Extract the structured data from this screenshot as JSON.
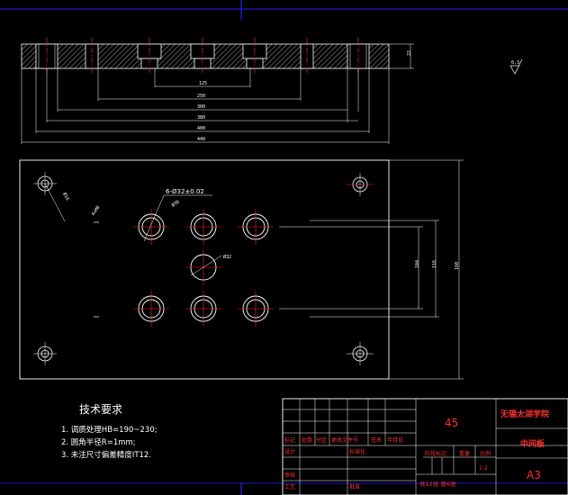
{
  "colors": {
    "background": "#000000",
    "outline": "#ffffff",
    "center_line": "#ff2020",
    "frame": "#2020ff",
    "hatch": "#c8c8c8",
    "title_text": "#ff3030"
  },
  "section_view": {
    "thickness_label": "22",
    "dimensions": [
      "125",
      "250",
      "300",
      "380",
      "400",
      "440"
    ]
  },
  "surface_roughness": "6.3",
  "plan_view": {
    "hole_callout": "6-Ø32±0.02",
    "hole_diameter_label": "Ø38",
    "center_hole_label": "Ø32",
    "corner_hole_label": "Ø16",
    "corner_hole_label2": "4×M8",
    "height_dims": [
      "104",
      "116",
      "160"
    ]
  },
  "tech_requirements": {
    "title": "技术要求",
    "items": [
      "1. 调质处理HB=190~230;",
      "2. 圆角半径R=1mm;",
      "3. 未注尺寸偏差精度IT12."
    ]
  },
  "title_block": {
    "material": "45",
    "school": "无锡太湖学院",
    "part_name": "中间板",
    "sheet_size": "A3",
    "hdr_marks": "标记",
    "hdr_count": "处数",
    "hdr_zone": "分区",
    "hdr_change_doc": "更改文件号",
    "hdr_sign": "签名",
    "hdr_date": "年月日",
    "design": "设计",
    "standardize": "标准化",
    "stage_mark": "阶段标记",
    "weight": "重量",
    "scale": "比例",
    "review": "审核",
    "process": "工艺",
    "approve": "批准",
    "scale_value": "1:2",
    "sheets": "共12张 第6张"
  }
}
